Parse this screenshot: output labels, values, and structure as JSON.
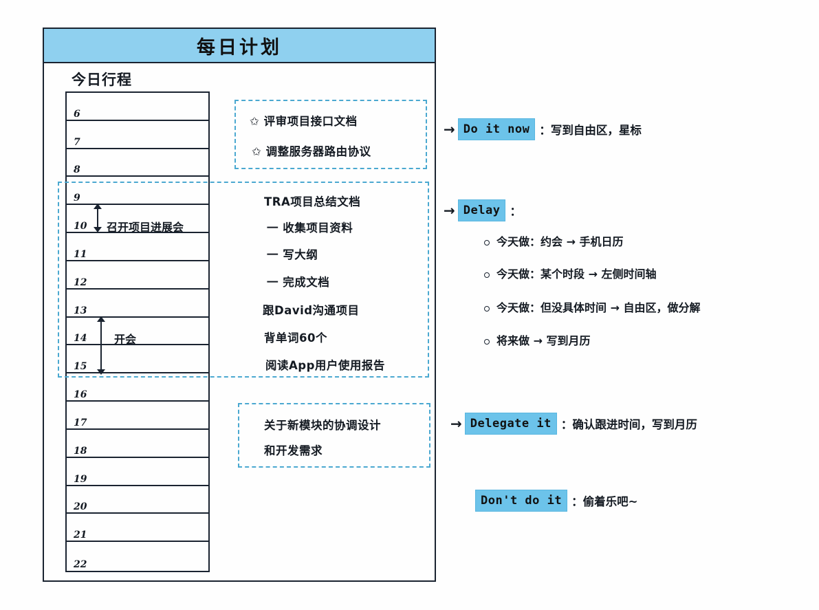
{
  "title": "每日计划",
  "schedule": {
    "label": "今日行程",
    "hours": [
      "6",
      "7",
      "8",
      "9",
      "10",
      "11",
      "12",
      "13",
      "14",
      "15",
      "16",
      "17",
      "18",
      "19",
      "20",
      "21",
      "22"
    ],
    "events": [
      {
        "label": "召开项目进展会",
        "from": "9",
        "to": "10"
      },
      {
        "label": "开会",
        "from": "13",
        "to": "15"
      }
    ]
  },
  "free_zone": {
    "do_it_now_tasks": [
      {
        "icon": "star-icon",
        "text": "评审项目接口文档"
      },
      {
        "icon": "star-icon",
        "text": "调整服务器路由协议"
      }
    ],
    "delay_tasks": [
      "TRA项目总结文档",
      "一  收集项目资料",
      "一  写大纲",
      "一  完成文档",
      "跟David沟通项目",
      "背单词60个",
      "阅读App用户使用报告"
    ],
    "delegate_tasks": [
      "关于新模块的协调设计",
      "和开发需求"
    ]
  },
  "categories": {
    "do_it_now": {
      "label": "Do it now",
      "desc": "：写到自由区，星标"
    },
    "delay": {
      "label": "Delay",
      "desc": "：",
      "items": [
        "今天做：约会 → 手机日历",
        "今天做：某个时段 → 左侧时间轴",
        "今天做：但没具体时间 → 自由区，做分解",
        "将来做 → 写到月历"
      ]
    },
    "delegate": {
      "label": "Delegate it",
      "desc": "：确认跟进时间，写到月历"
    },
    "dont_do": {
      "label": "Don't do it",
      "desc": "：偷着乐吧~"
    }
  },
  "colors": {
    "header_blue": "#8fd0ef",
    "badge_blue": "#6cc3ea",
    "dash_blue": "#4aa8d0",
    "ink": "#1a2330"
  }
}
